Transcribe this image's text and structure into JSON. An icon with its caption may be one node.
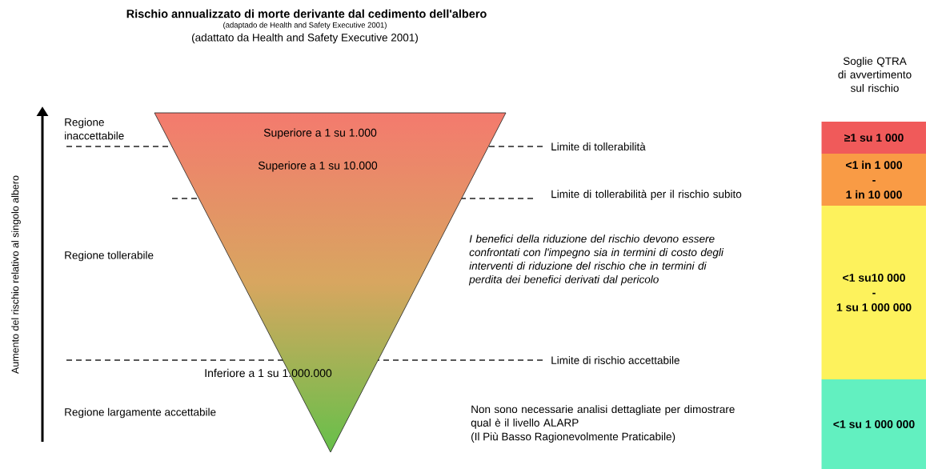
{
  "diagram": {
    "title": "Rischio annualizzato di morte derivante dal cedimento dell'albero",
    "nodes": [
      {
        "text": [
          "Superiore a 1 su 1.000",
          "Superiore a 1 su 10.000",
          "Inferiore a 1 su 1.000.000"
        ]
      },
      {
        "text": [
          "≥1 su 1 000"
        ]
      },
      {
        "text": [
          "<1 in 1 000",
          "-",
          "1 in 10 000"
        ]
      },
      {
        "text": [
          "<1 su10 000",
          "-",
          "1 su 1 000 000"
        ]
      },
      {
        "text": [
          "<1 su 1 000 000"
        ]
      }
    ],
    "labels": [
      "(adaptado de Health and Safety Executive 2001)",
      "(adattato da Health and Safety Executive 2001)",
      "Soglie QTRA di avvertimento sul rischio",
      "Regione inaccettabile",
      "Limite di tollerabilità",
      "Limite di tollerabilità per il rischio subito",
      "Regione tollerabile",
      "I benefici della riduzione del rischio devono essere confrontati con l'impegno sia in termini di costo degli interventi di riduzione del rischio che in termini di perdita dei benefici derivati dal pericolo",
      "Limite di rischio accettabile",
      "Regione largamente accettabile",
      "Non sono necessarie analisi dettagliate per dimostrare qual è il livello ALARP",
      "(Il Più Basso Ragionevolmente Praticabile)",
      "Aumento del rischio relativo al singolo albero"
    ]
  }
}
